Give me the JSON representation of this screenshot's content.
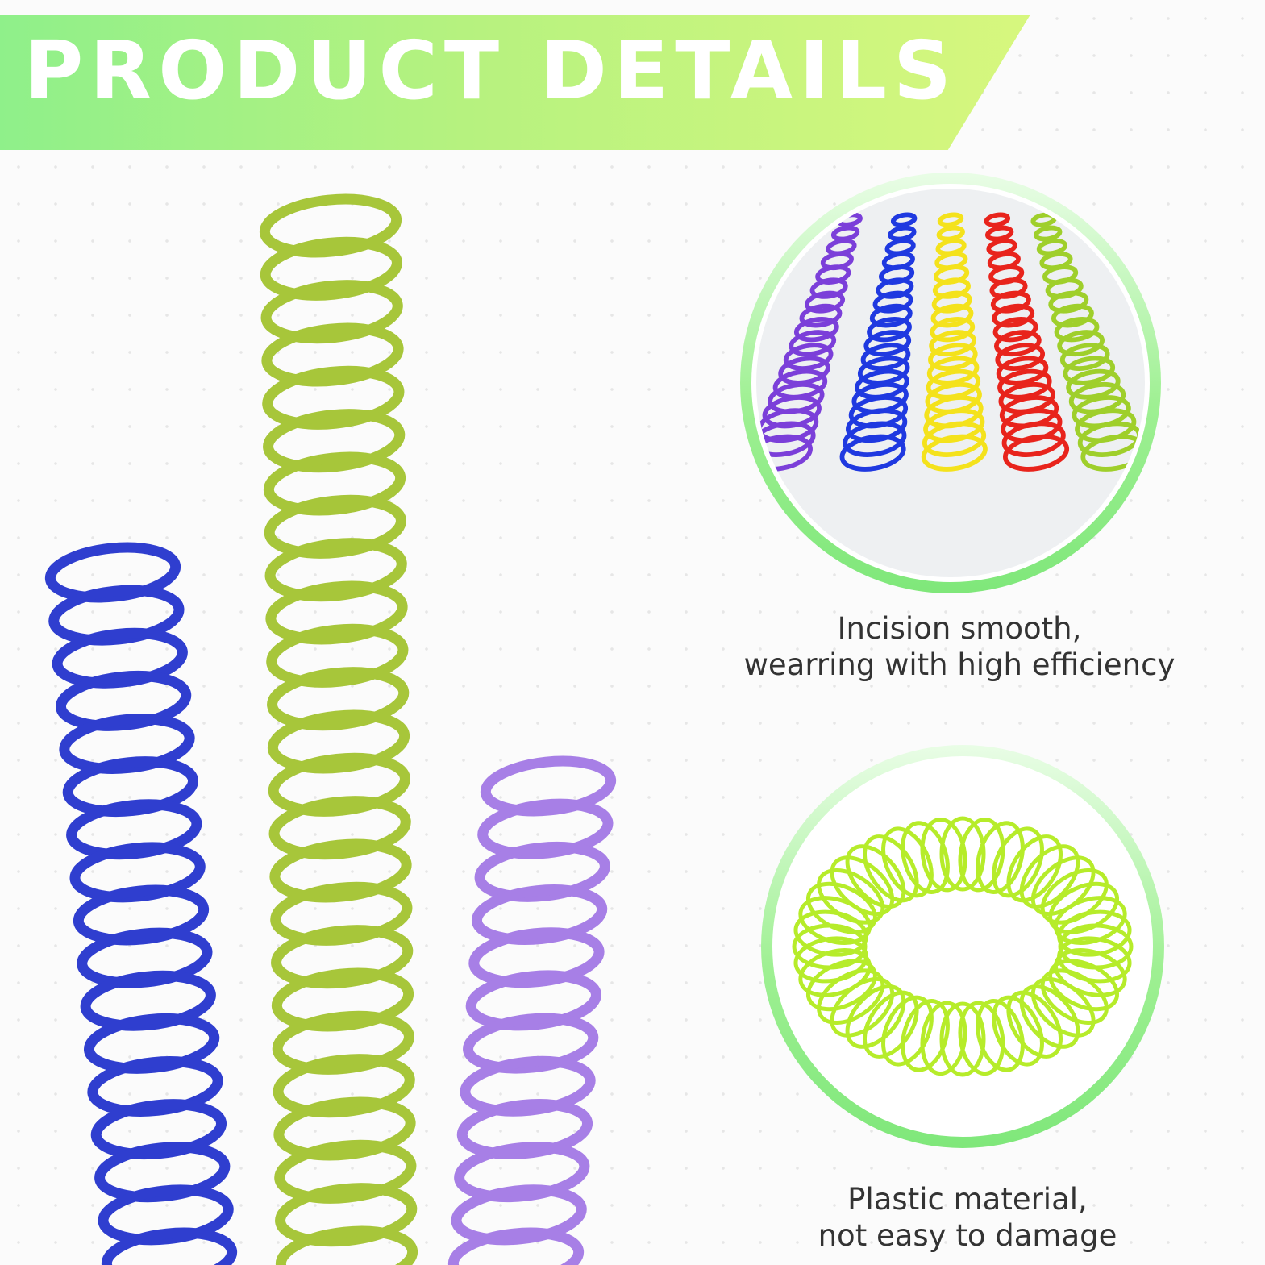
{
  "banner": {
    "title": "PRODUCT DETAILS"
  },
  "coils": [
    {
      "color": "#2f3ecf"
    },
    {
      "color": "#a7c63a"
    },
    {
      "color": "#a77fe6"
    }
  ],
  "features": [
    {
      "line1": "Incision smooth,",
      "line2": "wearring with high efficiency",
      "coil_colors": [
        "#7b3fd9",
        "#1f39e0",
        "#f4e21c",
        "#e8241c",
        "#9fcf2b"
      ]
    },
    {
      "line1": "Plastic material,",
      "line2": "not easy to damage",
      "coil_colors": [
        "#b6ec2a"
      ]
    }
  ],
  "colors": {
    "banner_start": "#8ff08a",
    "banner_end": "#d7f77e",
    "ring_green": "#7fe77a",
    "caption_text": "#333333"
  }
}
